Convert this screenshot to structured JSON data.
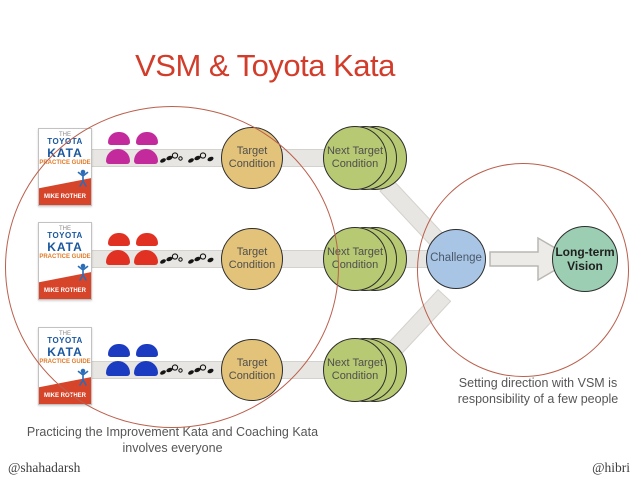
{
  "title": "VSM & Toyota Kata",
  "colors": {
    "title": "#d23d2b",
    "ellipse_stroke": "#bb5f4c",
    "beam": "#e8e6e2",
    "target_fill": "#e3c379",
    "next_target_fill": "#b8c973",
    "challenge_fill": "#a8c5e6",
    "vision_fill": "#9bceb2",
    "book_accent": "#d6452a"
  },
  "book": {
    "the": "THE",
    "title_line1": "TOYOTA",
    "title_line2": "KATA",
    "subtitle": "PRACTICE GUIDE",
    "author": "MIKE ROTHER"
  },
  "head_colors": [
    "#8f6e5a",
    "#a6a51d",
    "#f2c4a4",
    "#59c7d6"
  ],
  "rows": [
    {
      "target": "Target Condition",
      "next_target": "Next Target Condition",
      "body_color": "#c32b9d"
    },
    {
      "target": "Target Condition",
      "next_target": "Next Target Condition",
      "body_color": "#e03123"
    },
    {
      "target": "Target Condition",
      "next_target": "Next Target Condition",
      "body_color": "#1b3bc0"
    }
  ],
  "challenge_label": "Challenge",
  "vision_label": "Long-term Vision",
  "notes": {
    "right_line1": "Setting direction with VSM is",
    "right_line2": "responsibility of a few people",
    "bottom_line1": "Practicing the Improvement Kata and Coaching Kata",
    "bottom_line2": "involves everyone"
  },
  "footer": {
    "left": "@shahadarsh",
    "right": "@hibri"
  }
}
